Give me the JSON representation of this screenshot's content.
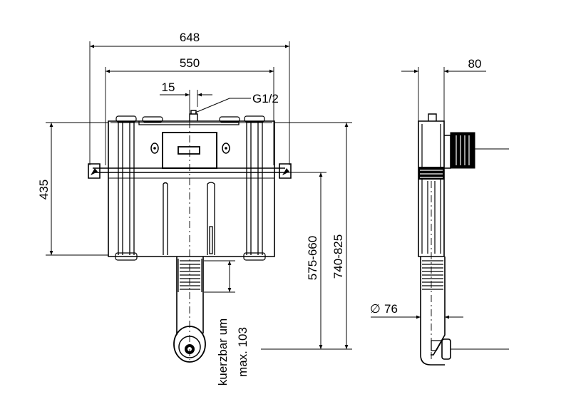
{
  "dimensions": {
    "overall_width": "648",
    "frame_width": "550",
    "inlet_offset": "15",
    "inlet_thread": "G1/2",
    "height": "435",
    "flush_height_range": "575-660",
    "total_height_range": "740-825",
    "depth": "80",
    "pipe_diameter": "76",
    "diameter_symbol": "∅"
  },
  "notes": {
    "shortenable_line1": "kuerzbar um",
    "shortenable_line2": "max. 103"
  }
}
